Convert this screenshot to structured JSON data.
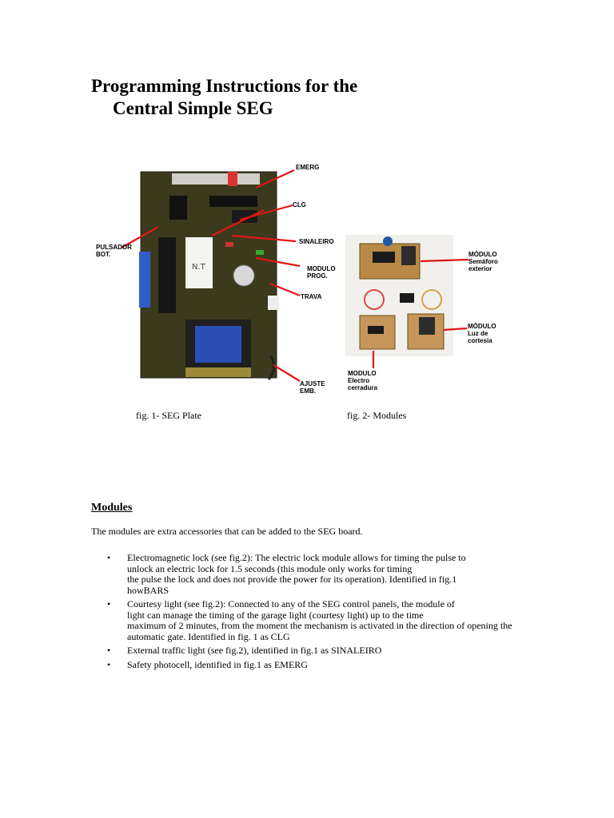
{
  "title": {
    "line1": "Programming Instructions for the",
    "line2": "Central Simple SEG"
  },
  "fig1": {
    "labels": {
      "emerg": "EMERG",
      "clg": "CLG",
      "sinaleiro": "SINALEIRO",
      "modulo_prog_1": "MODULO",
      "modulo_prog_2": "PROG.",
      "trava": "TRAVA",
      "ajuste_1": "AJUSTE",
      "ajuste_2": "EMB.",
      "pulsador_1": "PULSADOR",
      "pulsador_2": "BOT."
    },
    "caption": "fig. 1- SEG Plate"
  },
  "fig2": {
    "labels": {
      "semaforo_1": "MÓDULO",
      "semaforo_2": "Semáforo",
      "semaforo_3": "exterior",
      "luz_1": "MÓDULO",
      "luz_2": "Luz de",
      "luz_3": "cortesia",
      "electro_1": "MODULO",
      "electro_2": "Electro",
      "electro_3": "cerradura"
    },
    "caption": "fig. 2- Modules"
  },
  "section": {
    "heading": "Modules",
    "intro": "The modules are extra accessories that can be added to the SEG board.",
    "bullets": [
      {
        "lines": [
          "Electromagnetic lock (see fig.2): The electric lock module allows for timing the pulse to",
          "unlock an electric lock for 1.5 seconds (this module only works for timing",
          "the pulse the lock and does not provide the power for its operation). Identified in fig.1",
          "howBARS"
        ]
      },
      {
        "lines": [
          "Courtesy light (see fig.2): Connected to any of the SEG control panels, the module of",
          "light can manage the timing of the garage light (courtesy light) up to the time",
          "maximum of 2 minutes, from the moment the mechanism is activated in the direction of opening the",
          "automatic gate. Identified in fig. 1 as CLG"
        ]
      },
      {
        "lines": [
          "External traffic light (see fig.2), identified in fig.1 as SINALEIRO"
        ]
      },
      {
        "lines": [
          "Safety photocell, identified in fig.1 as EMERG"
        ]
      }
    ],
    "bullet_glyph": "•"
  },
  "colors": {
    "pcb": "#3c3a1c",
    "pointer": "#e01515",
    "transformer": "#2a4fb5",
    "module_bg": "#f2f0ec"
  }
}
